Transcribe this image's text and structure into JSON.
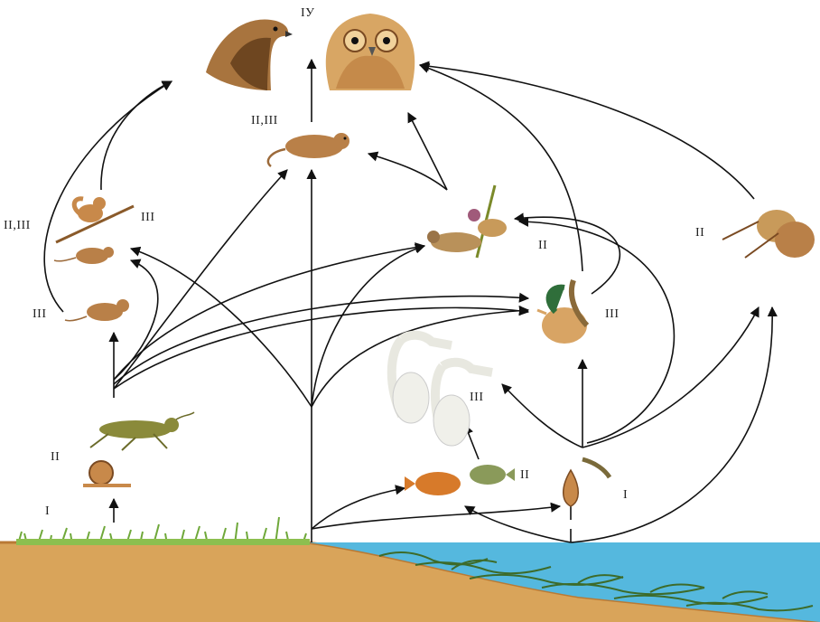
{
  "labels": {
    "top": "IУ",
    "rodent_center": "II,III",
    "squirrel": "III",
    "left_side": "II,III",
    "left_rodent": "III",
    "snail_left": "II",
    "grass": "I",
    "bird_right": "II",
    "duck": "III",
    "heron": "III",
    "fish": "II",
    "snail_water": "I",
    "snipe": "II"
  },
  "colors": {
    "arrow": "#111111",
    "animal_body": "#c8894a",
    "animal_dark": "#7a4a22",
    "soil": "#d9a45a",
    "soil_dark": "#b97a35",
    "grass": "#6fa83a",
    "water": "#4fb4dc",
    "seagrass": "#3d6b2a"
  }
}
